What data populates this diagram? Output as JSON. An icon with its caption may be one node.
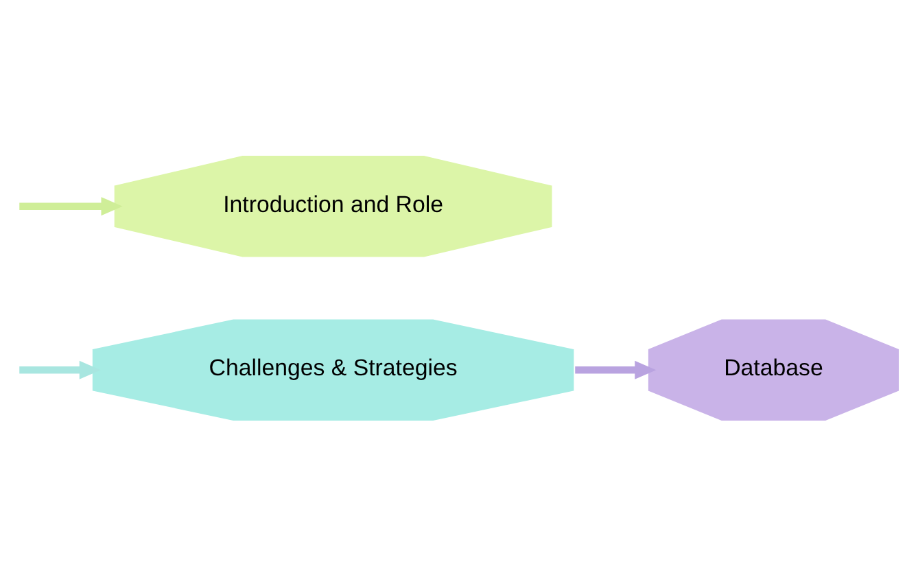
{
  "diagram": {
    "nodes": [
      {
        "text": [
          "Database"
        ]
      },
      {
        "text": [
          "Challenges & Strategies"
        ]
      },
      {
        "text": [
          "Introduction and Role"
        ]
      }
    ],
    "edges": [
      {
        "from": 1,
        "to": 0,
        "arrow": "to",
        "color": "#b9a3e0"
      },
      {
        "from": null,
        "to": 1,
        "arrow": "to",
        "color": "#a8e6e0"
      },
      {
        "from": null,
        "to": 2,
        "arrow": "to",
        "color": "#cfee98"
      }
    ]
  }
}
